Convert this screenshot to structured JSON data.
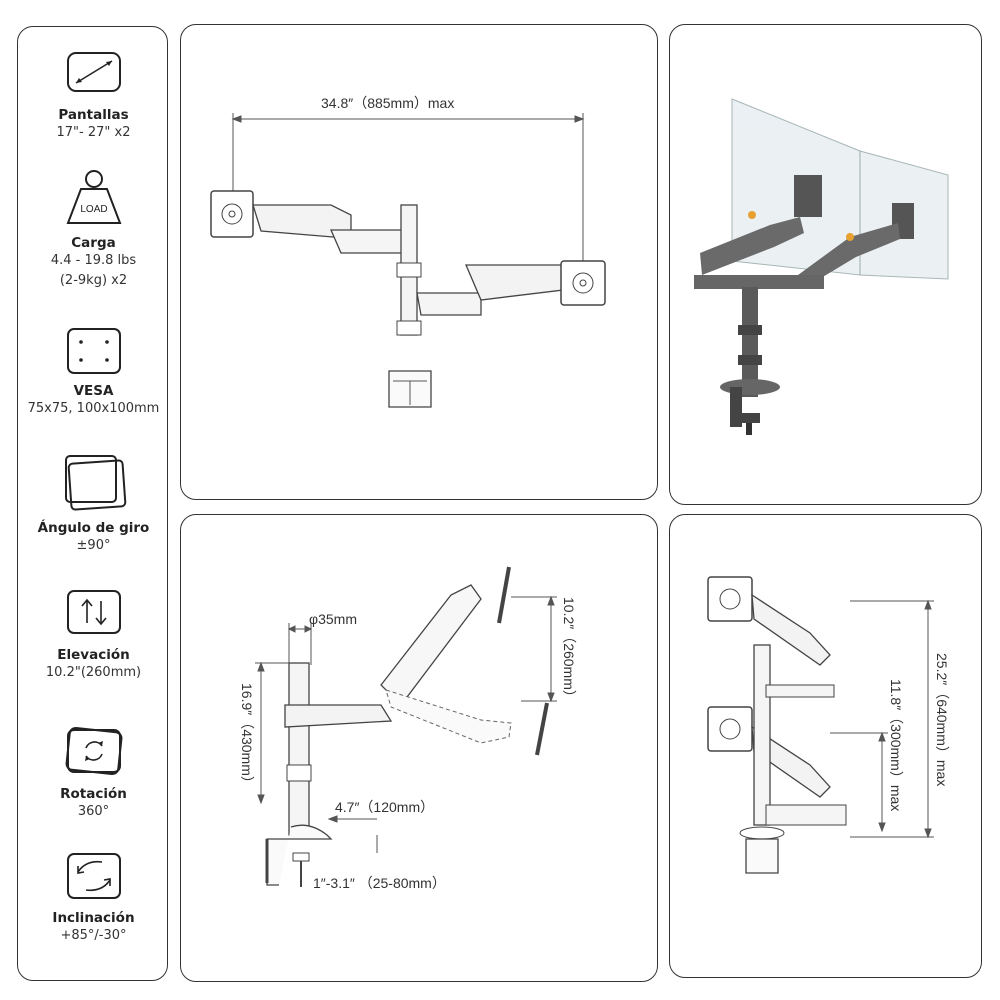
{
  "specs": [
    {
      "icon": "screen-size-icon",
      "title": "Pantallas",
      "values": [
        "17\"- 27\" x2"
      ]
    },
    {
      "icon": "load-weight-icon",
      "title": "Carga",
      "icon_text": "LOAD",
      "values": [
        "4.4 - 19.8 lbs",
        "(2-9kg) x2"
      ]
    },
    {
      "icon": "vesa-holes-icon",
      "title": "VESA",
      "values": [
        "75x75, 100x100mm"
      ]
    },
    {
      "icon": "swivel-angle-icon",
      "title": "Ángulo de giro",
      "values": [
        "±90°"
      ]
    },
    {
      "icon": "elevation-arrows-icon",
      "title": "Elevación",
      "values": [
        "10.2\"(260mm)"
      ]
    },
    {
      "icon": "rotation-icon",
      "title": "Rotación",
      "values": [
        "360°"
      ]
    },
    {
      "icon": "tilt-icon",
      "title": "Inclinación",
      "values": [
        "+85°/-30°"
      ]
    }
  ],
  "panel1": {
    "max_width_label": "34.8″（885mm）max"
  },
  "panel3": {
    "pole_diameter": "φ35mm",
    "vertical_travel": "10.2″（260mm）",
    "pole_height": "16.9″（430mm）",
    "clamp_depth": "4.7″（120mm）",
    "desk_thickness": "1″-3.1″  （25-80mm）"
  },
  "panel4": {
    "total_height": "25.2″（640mm）max",
    "spacing": "11.8″（300mm）max"
  }
}
